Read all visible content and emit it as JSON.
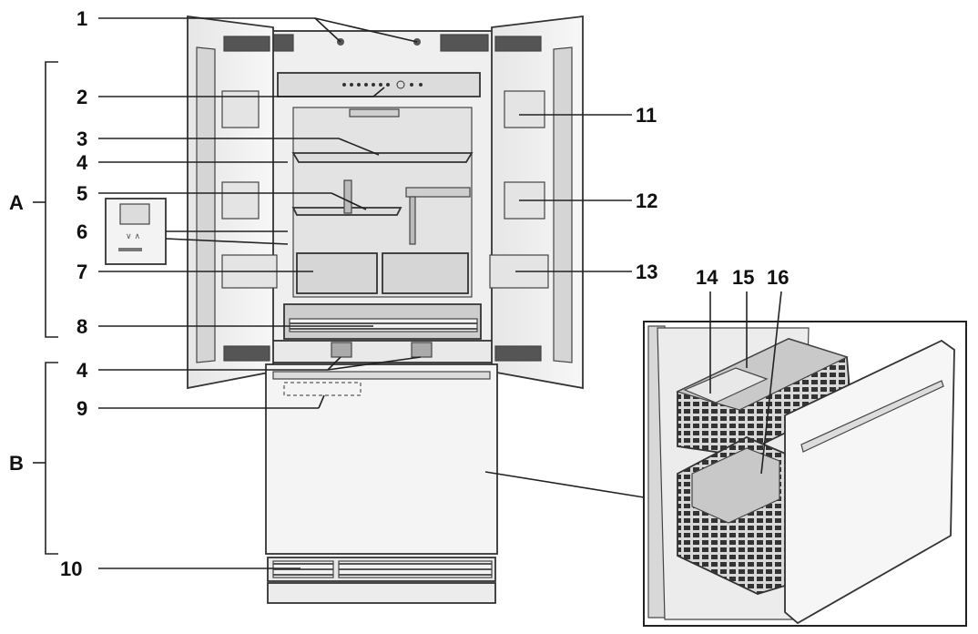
{
  "labels": {
    "n1": "1",
    "n2": "2",
    "n3": "3",
    "n4a": "4",
    "n4b": "4",
    "n5": "5",
    "n6": "6",
    "n7": "7",
    "n8": "8",
    "n9": "9",
    "n10": "10",
    "n11": "11",
    "n12": "12",
    "n13": "13",
    "n14": "14",
    "n15": "15",
    "n16": "16",
    "A": "A",
    "B": "B"
  },
  "colors": {
    "line": "#222222",
    "panel": "#f2f2f2",
    "shade": "#cfcfcf",
    "dark": "#7a7a7a"
  }
}
